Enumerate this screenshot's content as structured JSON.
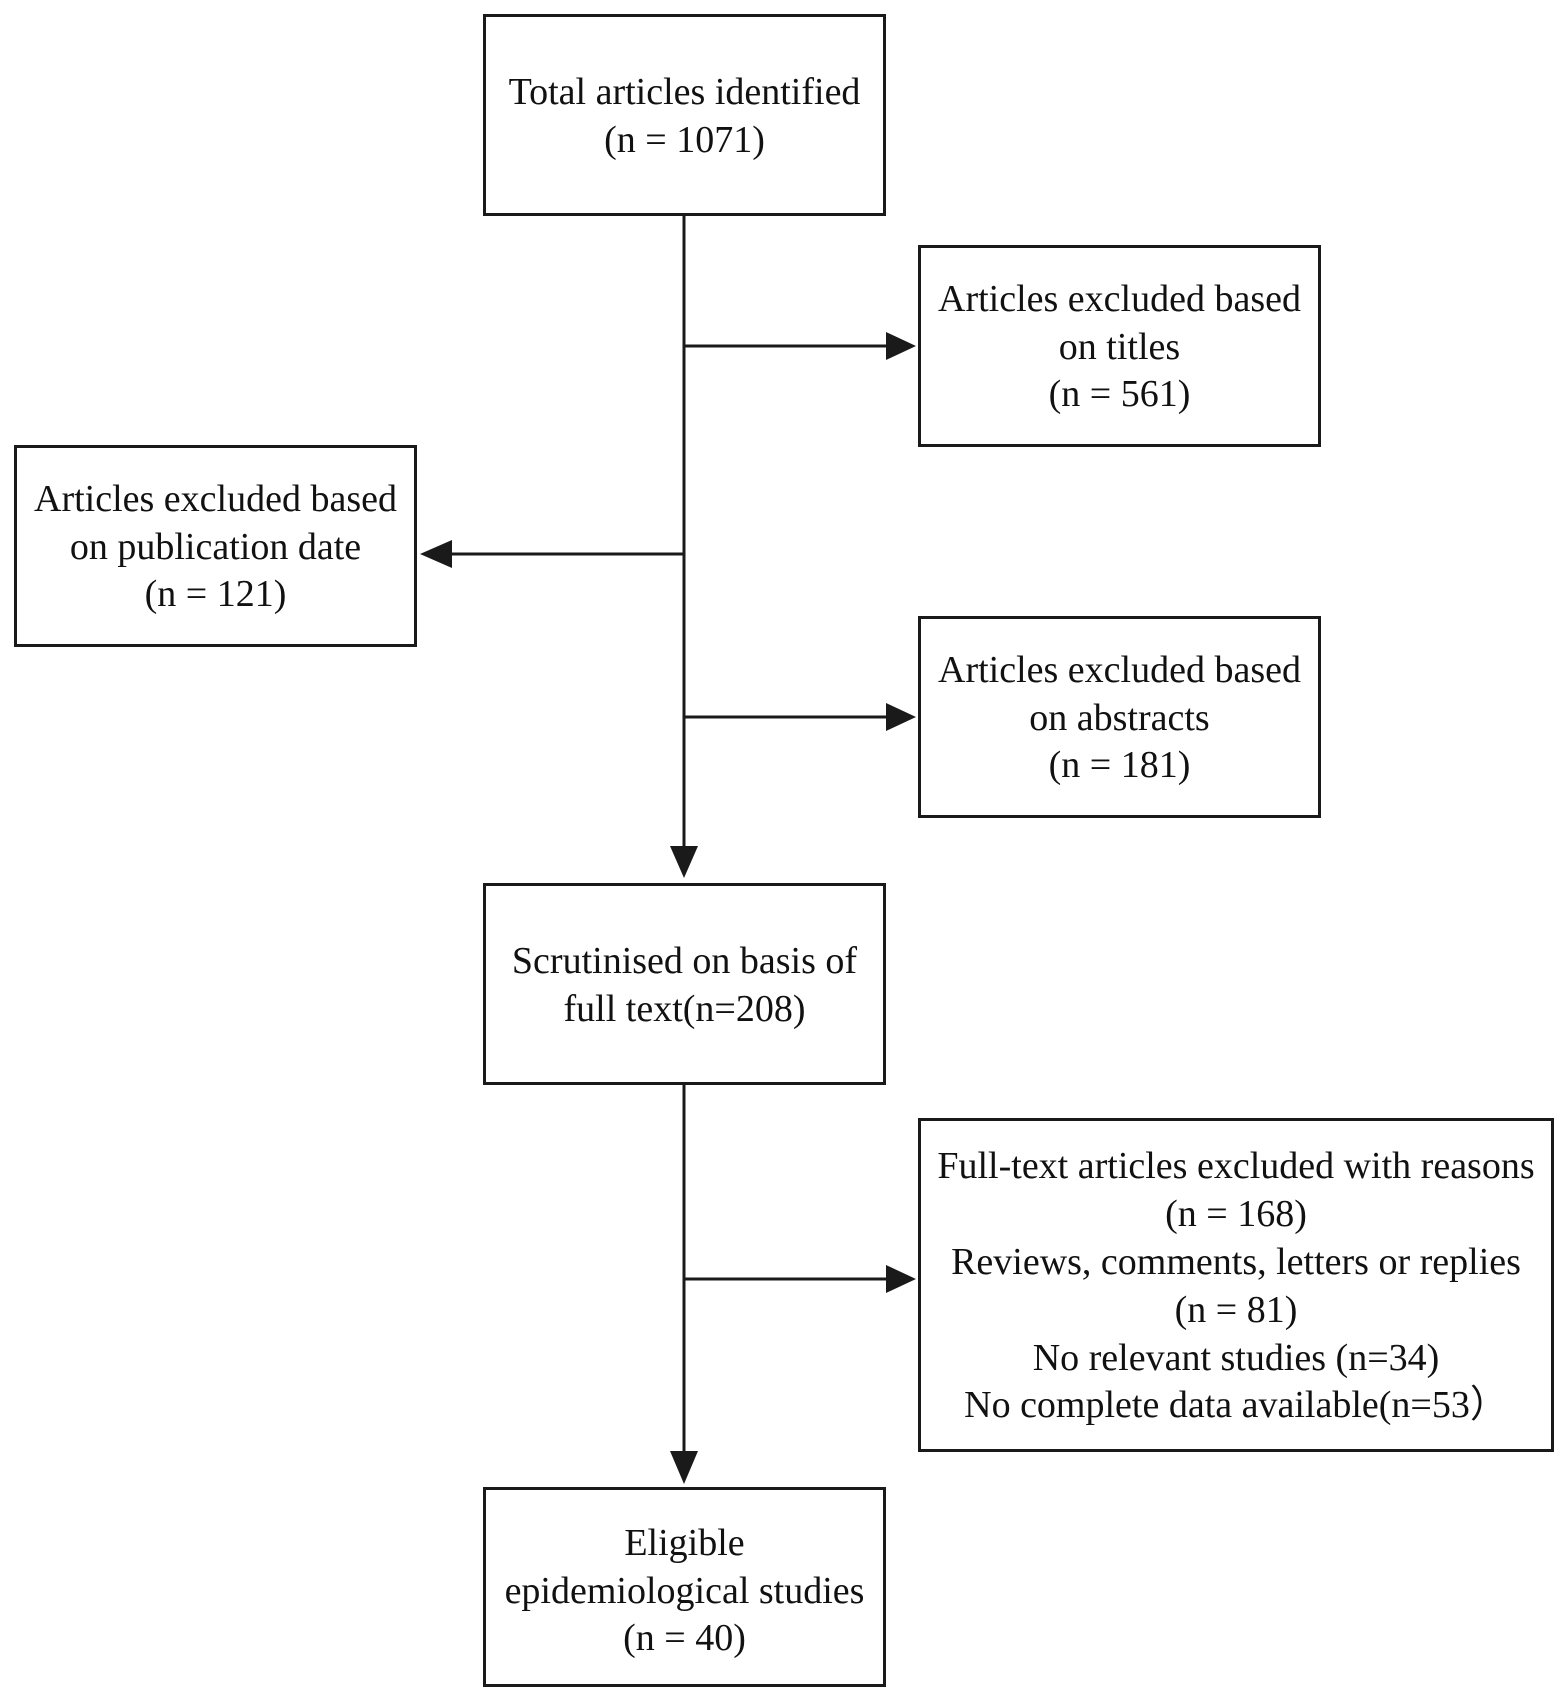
{
  "flowchart": {
    "total": {
      "line1": "Total articles identified",
      "line2": "(n = 1071)"
    },
    "excluded_titles": {
      "line1": "Articles excluded based",
      "line2": "on titles",
      "line3": "(n = 561)"
    },
    "excluded_pubdate": {
      "line1": "Articles excluded based",
      "line2": "on publication date",
      "line3": "(n = 121)"
    },
    "excluded_abstracts": {
      "line1": "Articles excluded based",
      "line2": "on abstracts",
      "line3": "(n = 181)"
    },
    "scrutinised": {
      "line1": "Scrutinised on basis of",
      "line2": "full text(n=208)"
    },
    "fulltext_excluded": {
      "line1": "Full-text articles excluded with reasons",
      "line2": "(n = 168)",
      "line3": "Reviews, comments, letters or replies",
      "line4": "(n = 81)",
      "line5": "No relevant studies (n=34)",
      "line6": "No complete data available(n=53）"
    },
    "eligible": {
      "line1": "Eligible",
      "line2": "epidemiological studies",
      "line3": "(n = 40)"
    }
  },
  "colors": {
    "stroke": "#1a1a1a",
    "background": "#ffffff",
    "text": "#111111"
  }
}
